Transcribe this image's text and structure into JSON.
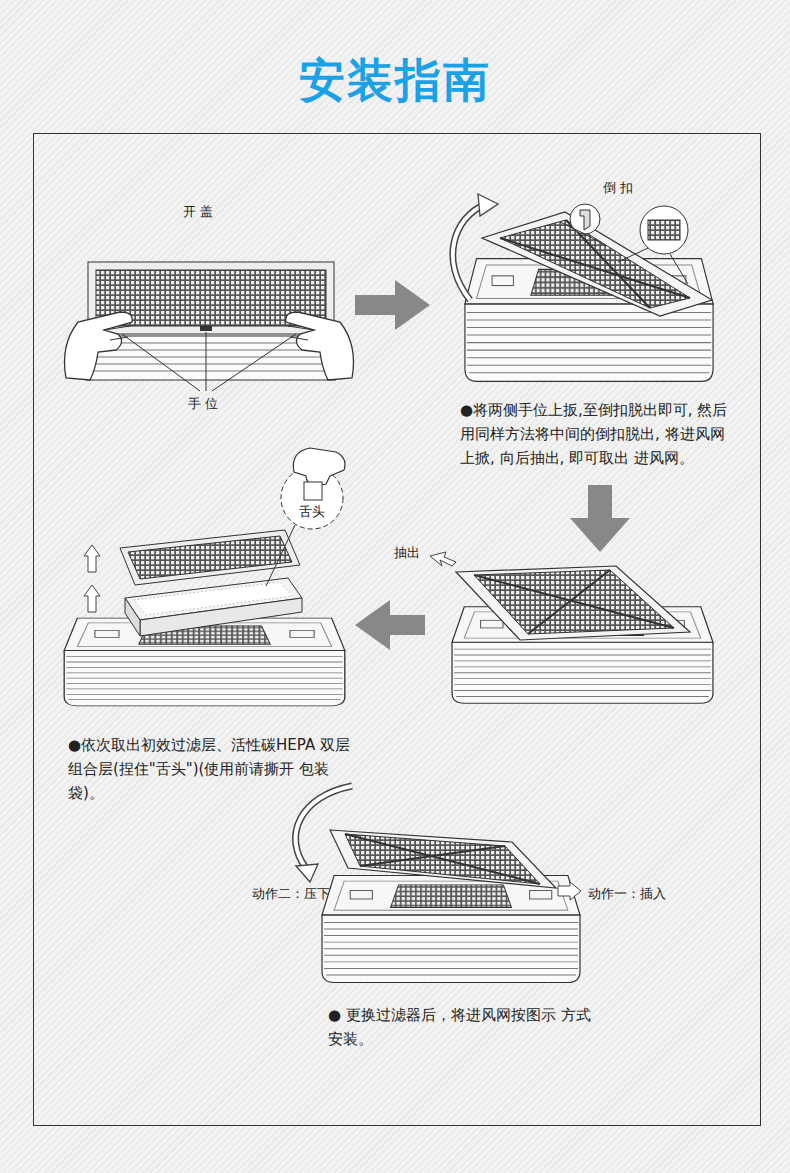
{
  "diagram": {
    "title": "安装指南",
    "labels": [
      "开 盖",
      "手 位",
      "倒 扣",
      "●将两侧手位上扳,至倒扣脱出即可, 然后用同样方法将中间的倒扣脱出, 将进风网上掀, 向后抽出, 即可取出 进风网。",
      "抽出",
      "舌头",
      "●依次取出初效过滤层、活性碳HEPA 双层组合层(捏住\"舌头\")(使用前请撕开 包装袋)。",
      "动作二：压下",
      "动作一：插入",
      "● 更换过滤器后，将进风网按图示 方式安装。"
    ]
  }
}
